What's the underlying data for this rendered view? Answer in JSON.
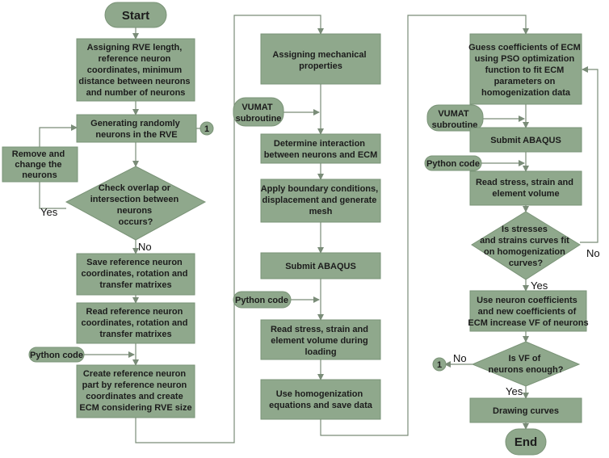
{
  "colors": {
    "node_fill": "#8fa88c",
    "connector": "#7a8c78",
    "text": "#1c1c1c"
  },
  "col1": {
    "start": "Start",
    "assign_rve": [
      "Assigning RVE length,",
      "reference neuron",
      "coordinates, minimum",
      "distance between neurons",
      "and number of neurons"
    ],
    "generating": [
      "Generating randomly",
      "neurons in the RVE"
    ],
    "connector_ref": "1",
    "remove": [
      "Remove and",
      "change the",
      "neurons"
    ],
    "check_overlap": [
      "Check overlap or",
      "intersection between",
      "neurons",
      "occurs?"
    ],
    "yes_label": "Yes",
    "no_label": "No",
    "save_ref": [
      "Save reference neuron",
      "coordinates, rotation and",
      "transfer matrixes"
    ],
    "read_ref": [
      "Read reference neuron",
      "coordinates, rotation and",
      "transfer matrixes"
    ],
    "python_code": "Python code",
    "create_ref": [
      "Create reference neuron",
      "part by reference neuron",
      "coordinates and create",
      "ECM considering RVE size"
    ]
  },
  "col2": {
    "assign_mech": [
      "Assigning mechanical",
      "properties"
    ],
    "vumat": [
      "VUMAT",
      "subroutine"
    ],
    "determine": [
      "Determine interaction",
      "between neurons and ECM"
    ],
    "apply_bc": [
      "Apply boundary conditions,",
      "displacement and generate",
      "mesh"
    ],
    "submit": "Submit ABAQUS",
    "python_code": "Python code",
    "read_stress": [
      "Read stress, strain and",
      "element volume during",
      "loading"
    ],
    "homog": [
      "Use homogenization",
      "equations and save data"
    ]
  },
  "col3": {
    "guess": [
      "Guess coefficients of ECM",
      "using PSO optimization",
      "function to fit ECM",
      "parameters on",
      "homogenization data"
    ],
    "vumat": [
      "VUMAT",
      "subroutine"
    ],
    "submit": "Submit ABAQUS",
    "python_code": "Python code",
    "read_stress": [
      "Read stress, strain and",
      "element volume"
    ],
    "fit_decision": [
      "Is stresses",
      "and strains curves fit",
      "on homogenization",
      "curves?"
    ],
    "no_label": "No",
    "yes_label": "Yes",
    "use_neuron": [
      "Use neuron coefficients",
      "and new coefficients of",
      "ECM increase VF of neurons"
    ],
    "vf_decision": [
      "Is VF of",
      "neurons enough?"
    ],
    "connector_ref": "1",
    "drawing": "Drawing curves",
    "end": "End"
  }
}
